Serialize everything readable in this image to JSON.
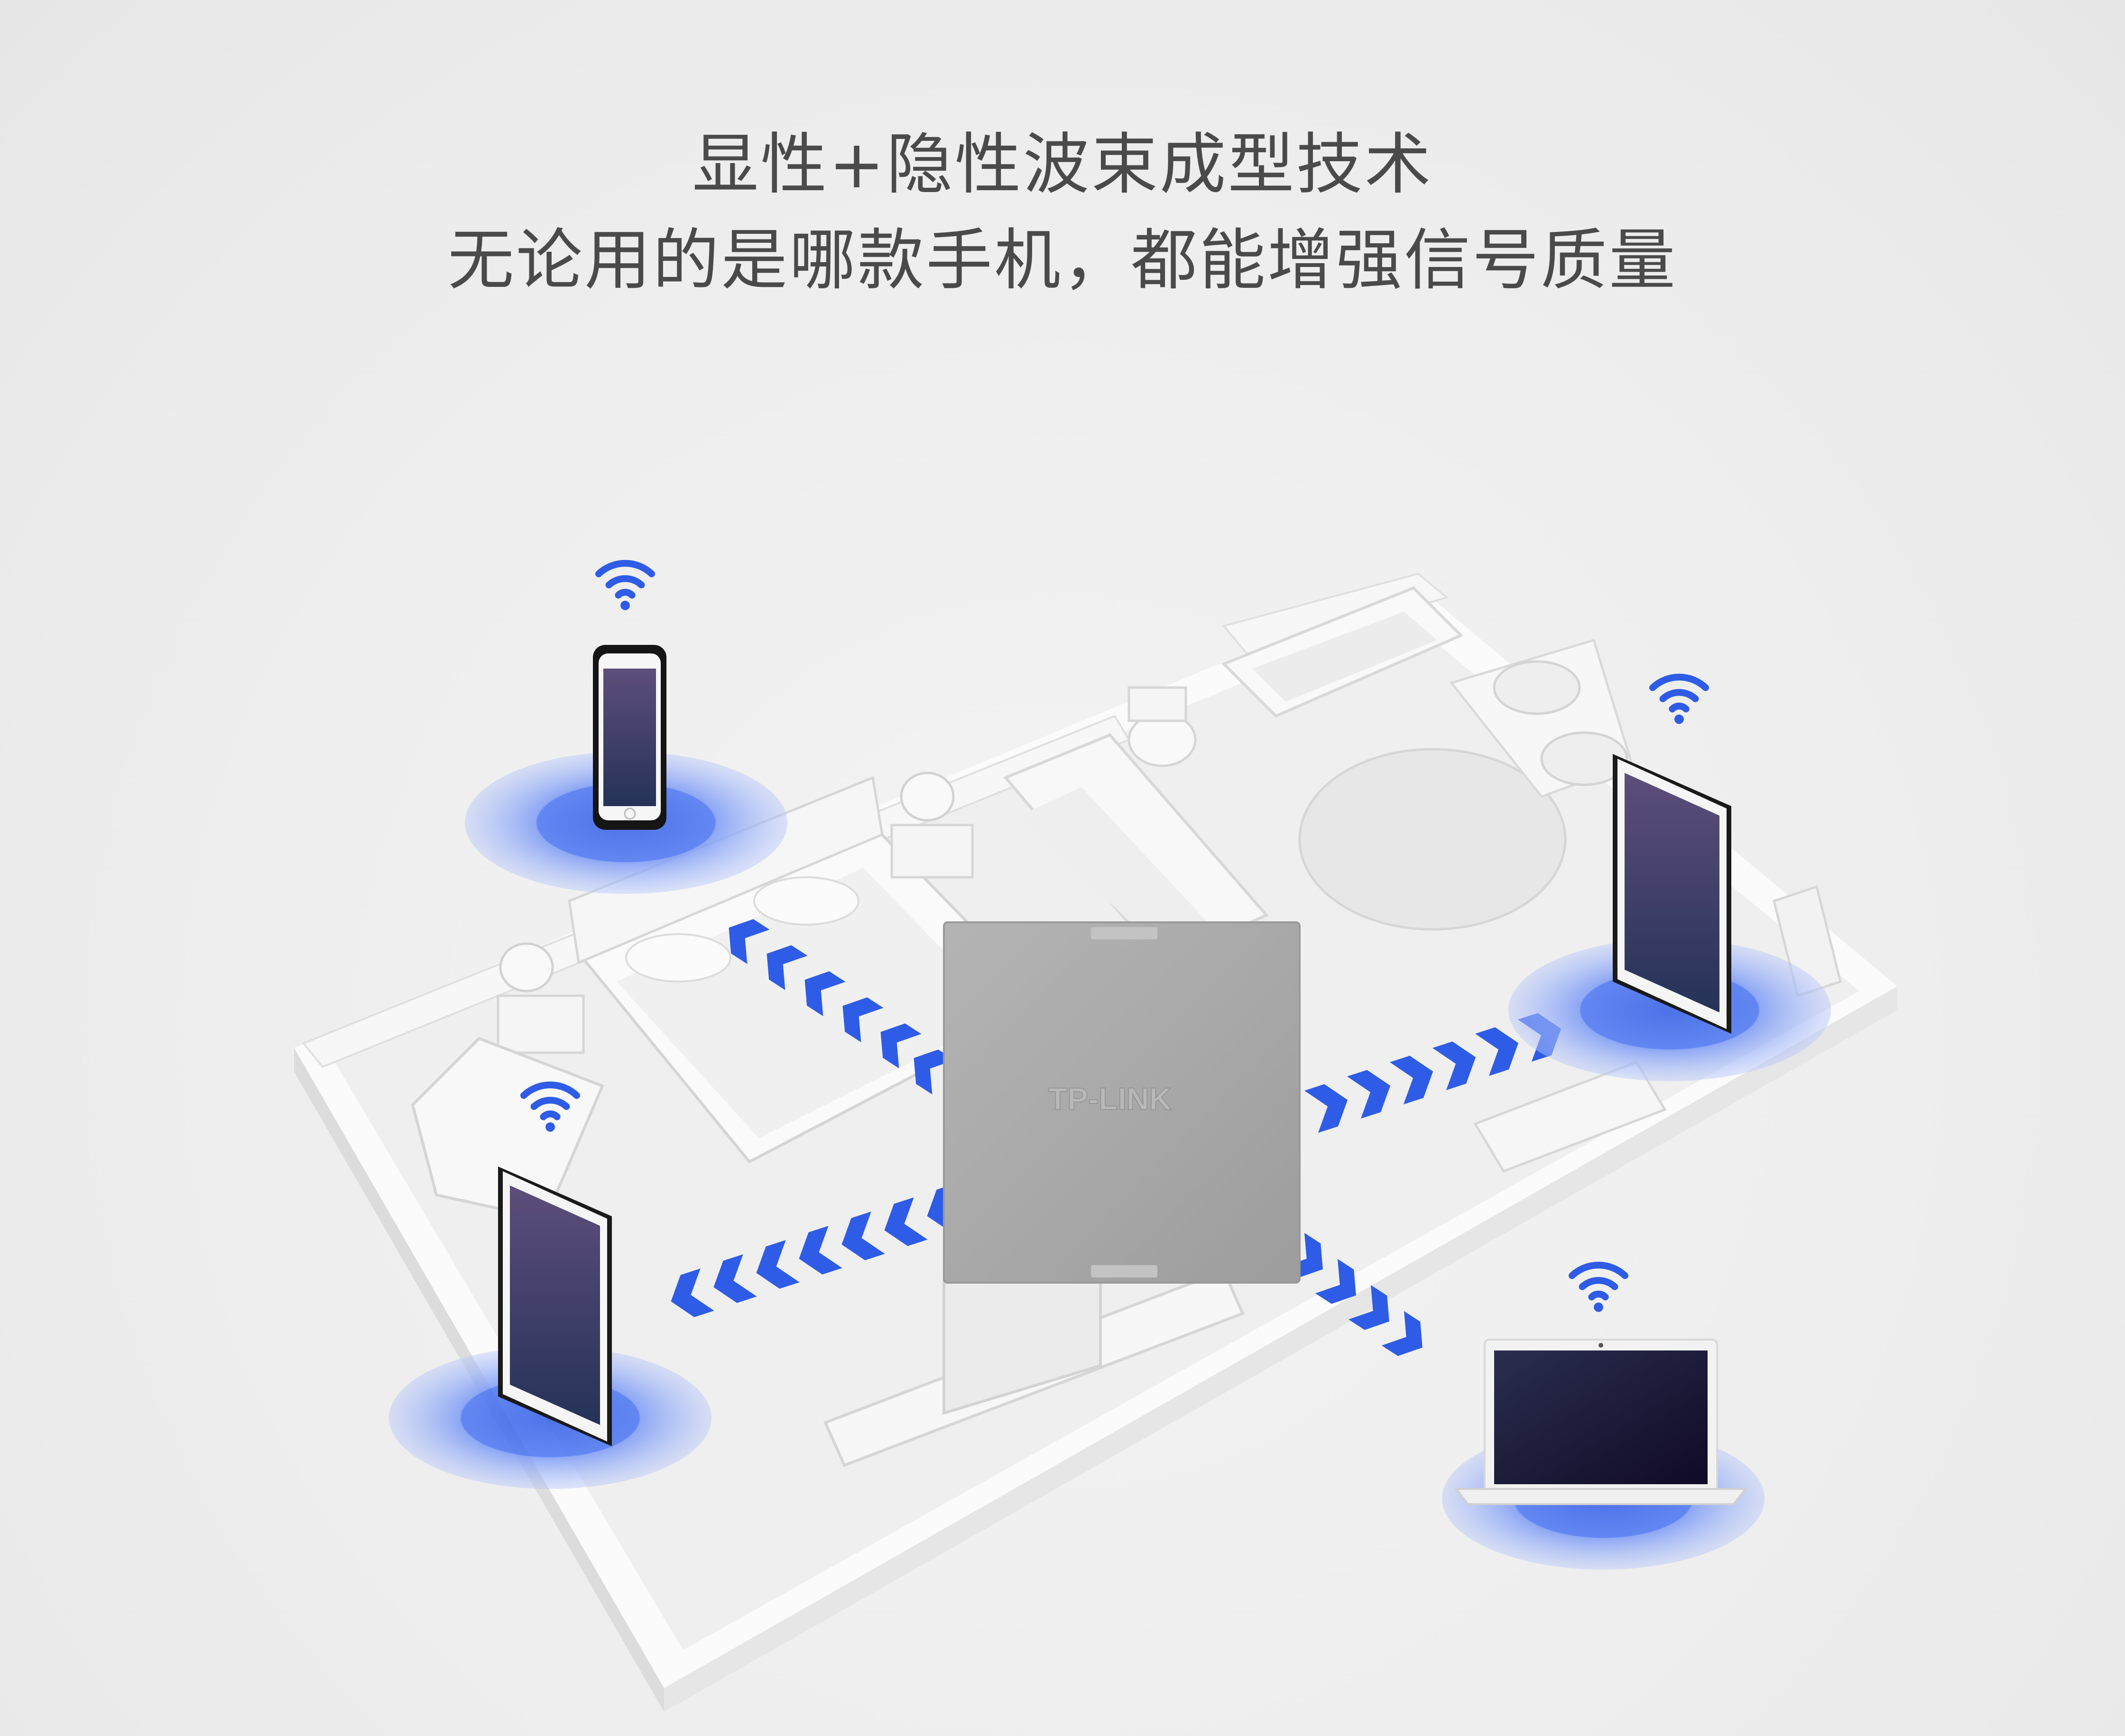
{
  "header": {
    "line1": "显性+隐性波束成型技术",
    "line2": "无论用的是哪款手机，都能增强信号质量"
  },
  "device": {
    "brand_mark": "TP-LINK"
  },
  "colors": {
    "accent": "#2f5ce6",
    "halo": "#5c82f5",
    "text": "#4a4a4a",
    "panel": "#a9a9a9"
  },
  "icons": [
    "wifi-icon",
    "phone-icon",
    "tablet-icon",
    "laptop-icon",
    "chevron-arrow-icon"
  ]
}
